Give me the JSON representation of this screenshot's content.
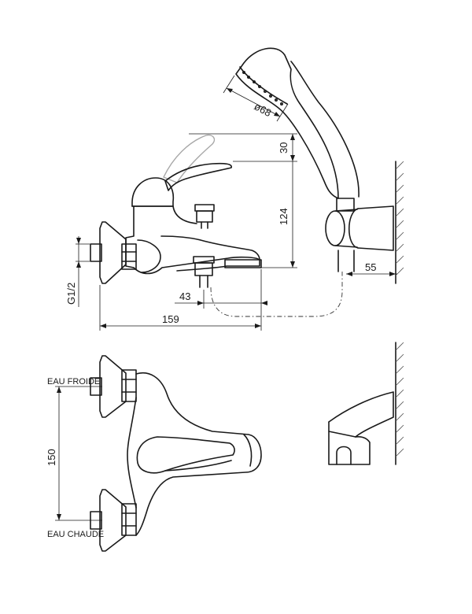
{
  "dimensions": {
    "shower_diameter": "ø68",
    "handle_height": "30",
    "spout_height": "124",
    "wall_offset": "55",
    "inlet_thread": "G1/2",
    "outlet_offset": "43",
    "body_depth": "159",
    "inlet_spacing": "150"
  },
  "labels": {
    "cold_water": "EAU FROIDE",
    "hot_water": "EAU CHAUDE"
  },
  "colors": {
    "line": "#1a1a1a",
    "ghost": "#a8a8a8",
    "background": "#ffffff"
  }
}
